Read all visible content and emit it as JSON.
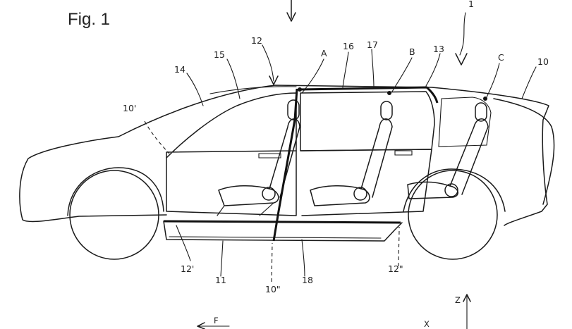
{
  "figure": {
    "title": "Fig. 1",
    "labels": {
      "l1": "1",
      "l10": "10",
      "l10p": "10'",
      "l10pp": "10\"",
      "l11": "11",
      "l12": "12",
      "l12p": "12'",
      "l12pp": "12\"",
      "l13": "13",
      "l14": "14",
      "l15": "15",
      "l16": "16",
      "l17": "17",
      "l18": "18",
      "lA": "A",
      "lB": "B",
      "lC": "C"
    },
    "axes": {
      "z": "Z",
      "x": "X",
      "f": "F"
    }
  }
}
